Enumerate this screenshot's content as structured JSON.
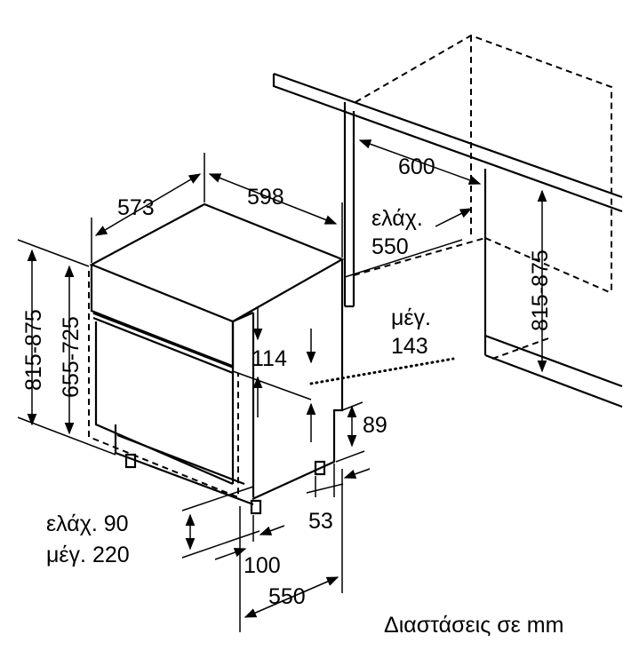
{
  "labels": {
    "depth_573": "573",
    "width_598": "598",
    "niche_width_600": "600",
    "niche_min_label": "ελάχ.",
    "niche_min_550": "550",
    "niche_height_815_875": "815-875",
    "height_815_875": "815-875",
    "height_655_725": "655-725",
    "max_label": "μέγ.",
    "max_143": "143",
    "dim_114": "114",
    "dim_89": "89",
    "dim_53": "53",
    "plinth_min": "ελάχ. 90",
    "plinth_max": "μέγ. 220",
    "dim_100": "100",
    "depth_550": "550"
  },
  "caption": "Διαστάσεις σε mm"
}
